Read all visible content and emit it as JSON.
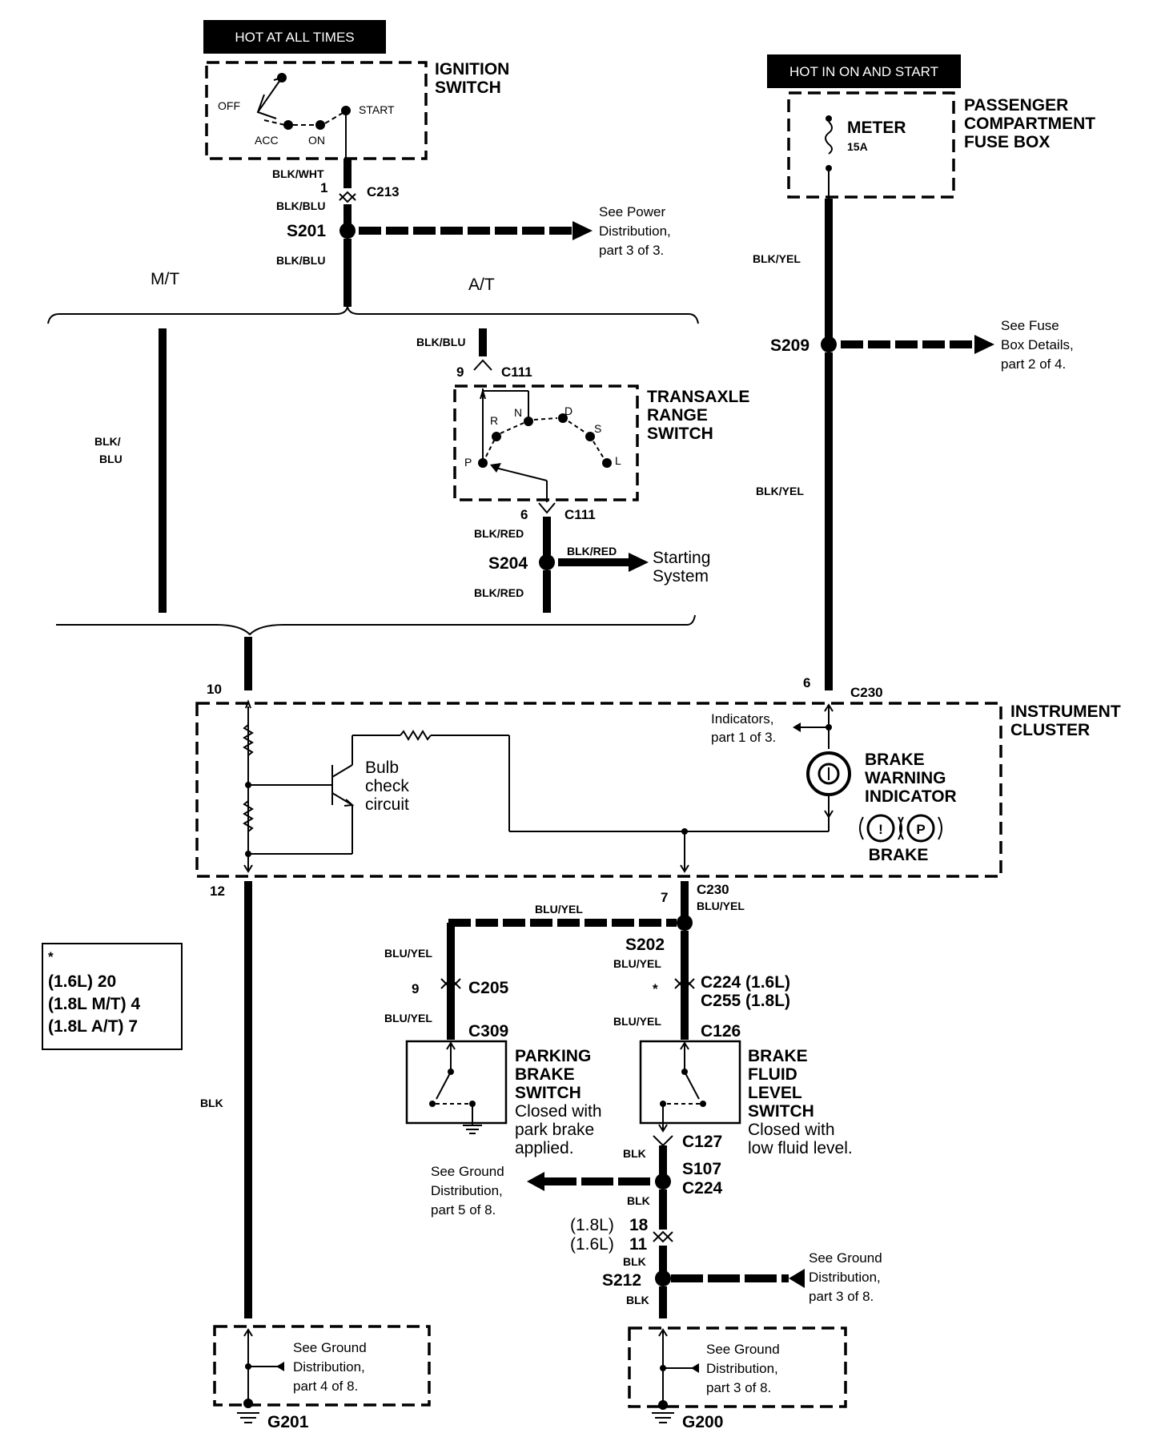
{
  "badges": {
    "hot_at_all_times": "HOT AT ALL TIMES",
    "hot_in_on_start": "HOT IN ON AND START"
  },
  "ignition": {
    "title1": "IGNITION",
    "title2": "SWITCH",
    "off": "OFF",
    "acc": "ACC",
    "on": "ON",
    "start": "START"
  },
  "fuse_box": {
    "title1": "PASSENGER",
    "title2": "COMPARTMENT",
    "title3": "FUSE BOX",
    "meter": "METER",
    "rating": "15A"
  },
  "labels": {
    "blk_wht": "BLK/WHT",
    "pin1": "1",
    "c213": "C213",
    "blk_blu_a": "BLK/BLU",
    "s201": "S201",
    "blk_blu_b": "BLK/BLU",
    "mt": "M/T",
    "at": "A/T",
    "blk_blu_c": "BLK/BLU",
    "blk_slash": "BLK/",
    "blu": "BLU",
    "blk_yel_a": "BLK/YEL",
    "s209": "S209",
    "blk_yel_b": "BLK/YEL",
    "pin9": "9",
    "c111_top": "C111",
    "pin6": "6",
    "c111_bot": "C111",
    "blk_red_a": "BLK/RED",
    "s204": "S204",
    "blk_red_b": "BLK/RED",
    "blk_red_c": "BLK/RED",
    "pin10": "10",
    "pin6b": "6",
    "c230_top": "C230",
    "pin12": "12",
    "pin7": "7",
    "c230_bot": "C230",
    "blu_yel_a": "BLU/YEL",
    "blu_yel_b": "BLU/YEL",
    "blu_yel_c": "BLU/YEL",
    "s202": "S202",
    "blu_yel_d": "BLU/YEL",
    "pin9b": "9",
    "c205": "C205",
    "star": "*",
    "c224_16": "C224 (1.6L)",
    "c255_18": "C255 (1.8L)",
    "blu_yel_e": "BLU/YEL",
    "c309": "C309",
    "blu_yel_f": "BLU/YEL",
    "c126": "C126",
    "c127": "C127",
    "blk_a": "BLK",
    "s107": "S107",
    "c224": "C224",
    "blk_b": "BLK",
    "l18": "(1.8L)",
    "n18": "18",
    "l16": "(1.6L)",
    "n11": "11",
    "blk_c": "BLK",
    "s212": "S212",
    "blk_d": "BLK",
    "blk_main": "BLK",
    "g201": "G201",
    "g200": "G200"
  },
  "transaxle": {
    "title1": "TRANSAXLE",
    "title2": "RANGE",
    "title3": "SWITCH",
    "p": "P",
    "r": "R",
    "n": "N",
    "d": "D",
    "s": "S",
    "l": "L"
  },
  "instrument": {
    "title1": "INSTRUMENT",
    "title2": "CLUSTER",
    "indicators1": "Indicators,",
    "indicators2": "part 1 of 3.",
    "bulb1": "Bulb",
    "bulb2": "check",
    "bulb3": "circuit",
    "brake1": "BRAKE",
    "brake2": "WARNING",
    "brake3": "INDICATOR",
    "brake_symbol": "BRAKE",
    "sym_excl": "!",
    "sym_p": "P"
  },
  "refs": {
    "power1": "See Power",
    "power2": "Distribution,",
    "power3": "part 3 of 3.",
    "fuse1": "See Fuse",
    "fuse2": "Box Details,",
    "fuse3": "part 2 of 4.",
    "start1": "Starting",
    "start2": "System",
    "gnd5_1": "See Ground",
    "gnd5_2": "Distribution,",
    "gnd5_3": "part 5 of 8.",
    "gnd3a_1": "See Ground",
    "gnd3a_2": "Distribution,",
    "gnd3a_3": "part 3 of 8.",
    "gnd4_1": "See Ground",
    "gnd4_2": "Distribution,",
    "gnd4_3": "part 4 of 8.",
    "gnd3b_1": "See Ground",
    "gnd3b_2": "Distribution,",
    "gnd3b_3": "part 3 of 8."
  },
  "parking": {
    "title1": "PARKING",
    "title2": "BRAKE",
    "title3": "SWITCH",
    "desc1": "Closed with",
    "desc2": "park brake",
    "desc3": "applied."
  },
  "fluid": {
    "title1": "BRAKE",
    "title2": "FLUID",
    "title3": "LEVEL",
    "title4": "SWITCH",
    "desc1": "Closed with",
    "desc2": "low fluid level."
  },
  "legend": {
    "star": "*",
    "row1": "(1.6L)  20",
    "row2": "(1.8L M/T)   4",
    "row3": "(1.8L A/T)   7"
  }
}
